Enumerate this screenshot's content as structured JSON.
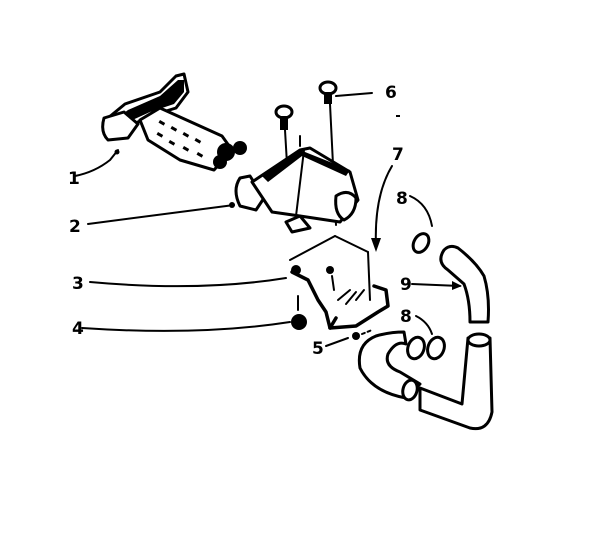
{
  "diagram": {
    "type": "exploded-parts-diagram",
    "background": "#ffffff",
    "ink_color": "#000000",
    "callouts": [
      {
        "id": "c1",
        "label": "1",
        "part": "heater-element-assembly"
      },
      {
        "id": "c2",
        "label": "2",
        "part": "valve-body"
      },
      {
        "id": "c3",
        "label": "3",
        "part": "mounting-bracket"
      },
      {
        "id": "c4",
        "label": "4",
        "part": "grommet"
      },
      {
        "id": "c5",
        "label": "5",
        "part": "screw"
      },
      {
        "id": "c6",
        "label": "6",
        "part": "screw"
      },
      {
        "id": "c7",
        "label": "7",
        "part": "lead-line"
      },
      {
        "id": "c8a",
        "label": "8",
        "part": "hose-clamp"
      },
      {
        "id": "c9",
        "label": "9",
        "part": "hose"
      },
      {
        "id": "c8b",
        "label": "8",
        "part": "hose-clamps"
      }
    ]
  }
}
